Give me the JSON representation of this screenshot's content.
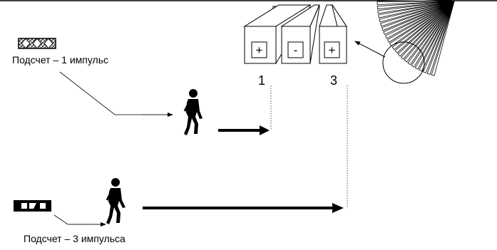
{
  "counting": {
    "one_pulse": "Подсчет – 1 импульс",
    "three_pulses": "Подсчет – 3 импульса"
  },
  "zones": {
    "signs": [
      "+",
      "-",
      "+"
    ],
    "numbers": [
      "1",
      "3"
    ]
  }
}
